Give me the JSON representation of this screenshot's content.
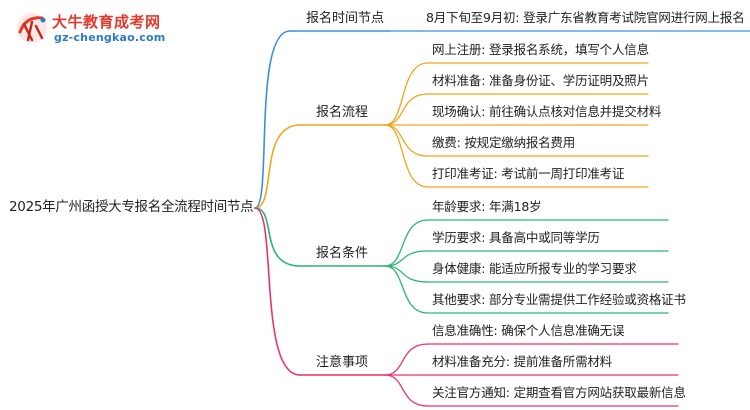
{
  "logo": {
    "name": "大牛教育成考网",
    "site": "gz-chengkao.com"
  },
  "root": "2025年广州函授大专报名全流程时间节点",
  "branches": [
    {
      "label": "报名时间节点",
      "color": "#3b8fe0",
      "items": [
        "8月下旬至9月初: 登录广东省教育考试院官网进行网上报名"
      ]
    },
    {
      "label": "报名流程",
      "color": "#f0a51c",
      "items": [
        "网上注册: 登录报名系统，填写个人信息",
        "材料准备: 准备身份证、学历证明及照片",
        "现场确认: 前往确认点核对信息并提交材料",
        "缴费: 按规定缴纳报名费用",
        "打印准考证: 考试前一周打印准考证"
      ]
    },
    {
      "label": "报名条件",
      "color": "#2bb673",
      "items": [
        "年龄要求: 年满18岁",
        "学历要求: 具备高中或同等学历",
        "身体健康: 能适应所报专业的学习要求",
        "其他要求: 部分专业需提供工作经验或资格证书"
      ]
    },
    {
      "label": "注意事项",
      "color": "#e8336d",
      "items": [
        "信息准确性: 确保个人信息准确无误",
        "材料准备充分: 提前准备所需材料",
        "关注官方通知: 定期查看官方网站获取最新信息"
      ]
    }
  ]
}
